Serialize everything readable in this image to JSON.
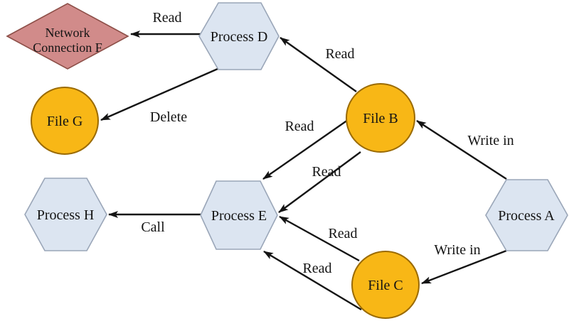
{
  "diagram": {
    "type": "process-file-access-graph",
    "background": "#ffffff",
    "colors": {
      "process_fill": "#dce5f1",
      "process_stroke": "#9aa6b8",
      "file_fill": "#f8b716",
      "file_stroke": "#9a6a00",
      "network_fill": "#d18b8a",
      "network_stroke": "#8d4f48",
      "edge": "#141414",
      "text": "#141414"
    },
    "nodes": [
      {
        "id": "F",
        "label": "Network Connection F",
        "lines": [
          "Network",
          "Connection F"
        ],
        "shape": "diamond",
        "type": "network-connection"
      },
      {
        "id": "D",
        "label": "Process D",
        "shape": "hexagon",
        "type": "process"
      },
      {
        "id": "G",
        "label": "File G",
        "shape": "circle",
        "type": "file"
      },
      {
        "id": "B",
        "label": "File B",
        "shape": "circle",
        "type": "file"
      },
      {
        "id": "E",
        "label": "Process E",
        "shape": "hexagon",
        "type": "process"
      },
      {
        "id": "H",
        "label": "Process H",
        "shape": "hexagon",
        "type": "process"
      },
      {
        "id": "A",
        "label": "Process A",
        "shape": "hexagon",
        "type": "process"
      },
      {
        "id": "C",
        "label": "File C",
        "shape": "circle",
        "type": "file"
      }
    ],
    "edges": [
      {
        "from": "Process D",
        "to": "Network Connection F",
        "label": "Read"
      },
      {
        "from": "File B",
        "to": "Process D",
        "label": "Read"
      },
      {
        "from": "Process D",
        "to": "File G",
        "label": "Delete"
      },
      {
        "from": "Process A",
        "to": "File B",
        "label": "Write in"
      },
      {
        "from": "File B",
        "to": "Process E",
        "label": "Read"
      },
      {
        "from": "File B",
        "to": "Process E",
        "label": "Read"
      },
      {
        "from": "Process A",
        "to": "File C",
        "label": "Write in"
      },
      {
        "from": "File C",
        "to": "Process E",
        "label": "Read"
      },
      {
        "from": "File C",
        "to": "Process E",
        "label": "Read"
      },
      {
        "from": "Process E",
        "to": "Process H",
        "label": "Call"
      }
    ]
  }
}
